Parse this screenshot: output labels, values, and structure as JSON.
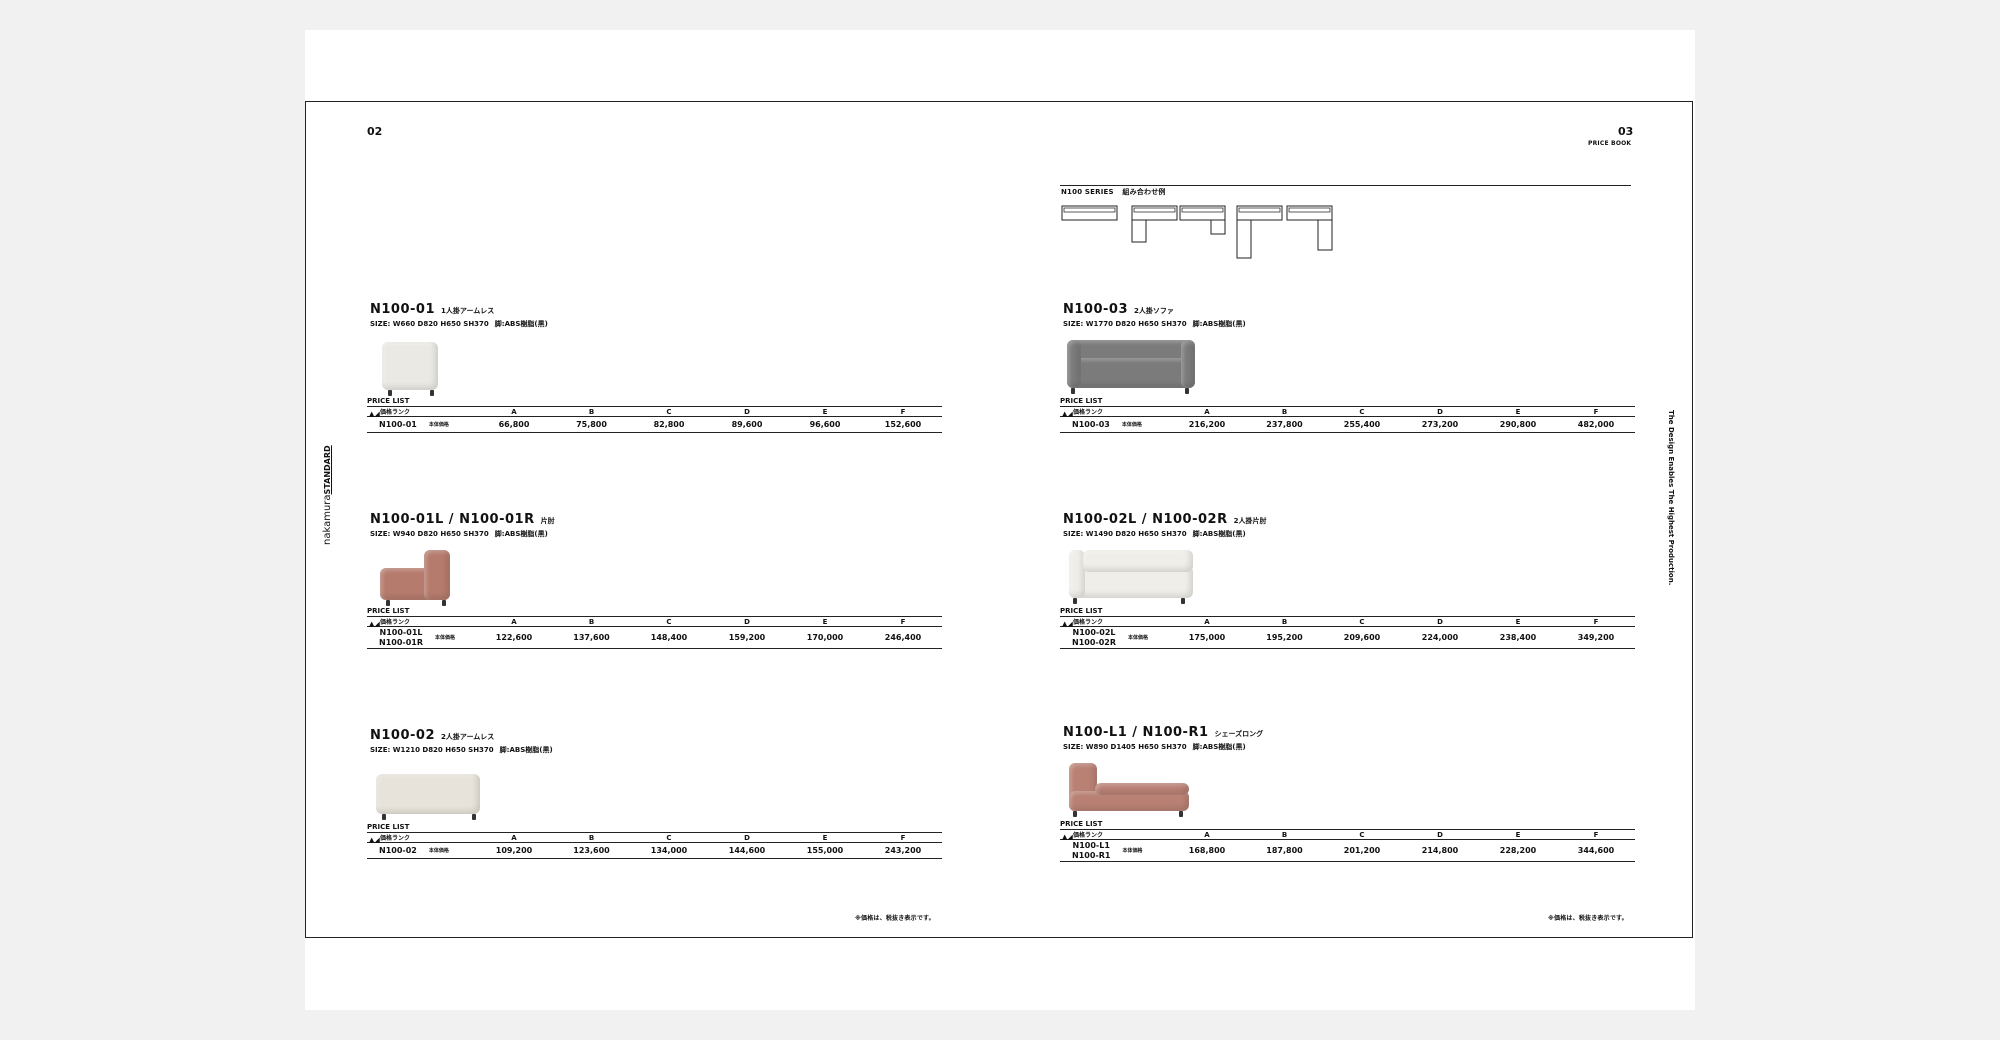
{
  "spine": {
    "brand_lower": "nakamura",
    "brand_upper": "STANDARD"
  },
  "right_spine": "The Design Enables The Highest Production.",
  "pages": {
    "left": {
      "number": "02",
      "footnote": "※価格は、税抜き表示です。"
    },
    "right": {
      "number": "03",
      "subtitle": "PRICE BOOK",
      "footnote": "※価格は、税抜き表示です。"
    }
  },
  "series": {
    "title": "N100 SERIES",
    "subtitle": "組み合わせ例"
  },
  "price_headers": {
    "label": "PRICE LIST",
    "rank": "価格ランク",
    "cols": [
      "A",
      "B",
      "C",
      "D",
      "E",
      "F"
    ]
  },
  "products": [
    {
      "model": "N100-01",
      "sub": "1人掛アームレス",
      "size": "SIZE: W660 D820 H650 SH370",
      "material": "脚:ABS樹脂(黒)",
      "codes": [
        "N100-01"
      ],
      "category": "本体価格",
      "prices": [
        "66,800",
        "75,800",
        "82,800",
        "89,600",
        "96,600",
        "152,600"
      ],
      "color": "#ebe9e4",
      "dims": [
        "660",
        "820",
        "370",
        "650"
      ]
    },
    {
      "model": "N100-01L / N100-01R",
      "sub": "片肘",
      "size": "SIZE: W940 D820 H650 SH370",
      "material": "脚:ABS樹脂(黒)",
      "codes": [
        "N100-01L",
        "N100-01R"
      ],
      "category": "本体価格",
      "prices": [
        "122,600",
        "137,600",
        "148,400",
        "159,200",
        "170,000",
        "246,400"
      ],
      "color": "#b57b6d",
      "dims": [
        "940",
        "820",
        "370",
        "650"
      ],
      "plan": [
        "01R",
        "01L"
      ]
    },
    {
      "model": "N100-02",
      "sub": "2人掛アームレス",
      "size": "SIZE: W1210 D820 H650 SH370",
      "material": "脚:ABS樹脂(黒)",
      "codes": [
        "N100-02"
      ],
      "category": "本体価格",
      "prices": [
        "109,200",
        "123,600",
        "134,000",
        "144,600",
        "155,000",
        "243,200"
      ],
      "color": "#e7e3da",
      "dims": [
        "1210",
        "820",
        "370",
        "650"
      ]
    },
    {
      "model": "N100-03",
      "sub": "2人掛ソファ",
      "size": "SIZE: W1770 D820 H650 SH370",
      "material": "脚:ABS樹脂(黒)",
      "codes": [
        "N100-03"
      ],
      "category": "本体価格",
      "prices": [
        "216,200",
        "237,800",
        "255,400",
        "273,200",
        "290,800",
        "482,000"
      ],
      "color": "#7b7b7b",
      "dims": [
        "1770",
        "820",
        "370",
        "650"
      ]
    },
    {
      "model": "N100-02L / N100-02R",
      "sub": "2人掛片肘",
      "size": "SIZE: W1490 D820 H650 SH370",
      "material": "脚:ABS樹脂(黒)",
      "codes": [
        "N100-02L",
        "N100-02R"
      ],
      "category": "本体価格",
      "prices": [
        "175,000",
        "195,200",
        "209,600",
        "224,000",
        "238,400",
        "349,200"
      ],
      "color": "#f0eee8",
      "dims": [
        "1490",
        "820",
        "370",
        "650"
      ],
      "plan": [
        "02R",
        "02L"
      ]
    },
    {
      "model": "N100-L1 / N100-R1",
      "sub": "シェーズロング",
      "size": "SIZE: W890 D1405 H650 SH370",
      "material": "脚:ABS樹脂(黒)",
      "codes": [
        "N100-L1",
        "N100-R1"
      ],
      "category": "本体価格",
      "prices": [
        "168,800",
        "187,800",
        "201,200",
        "214,800",
        "228,200",
        "344,600"
      ],
      "color": "#b98074",
      "dims": [
        "890",
        "1405",
        "370",
        "650"
      ],
      "plan": [
        "L1",
        "R1"
      ]
    }
  ]
}
